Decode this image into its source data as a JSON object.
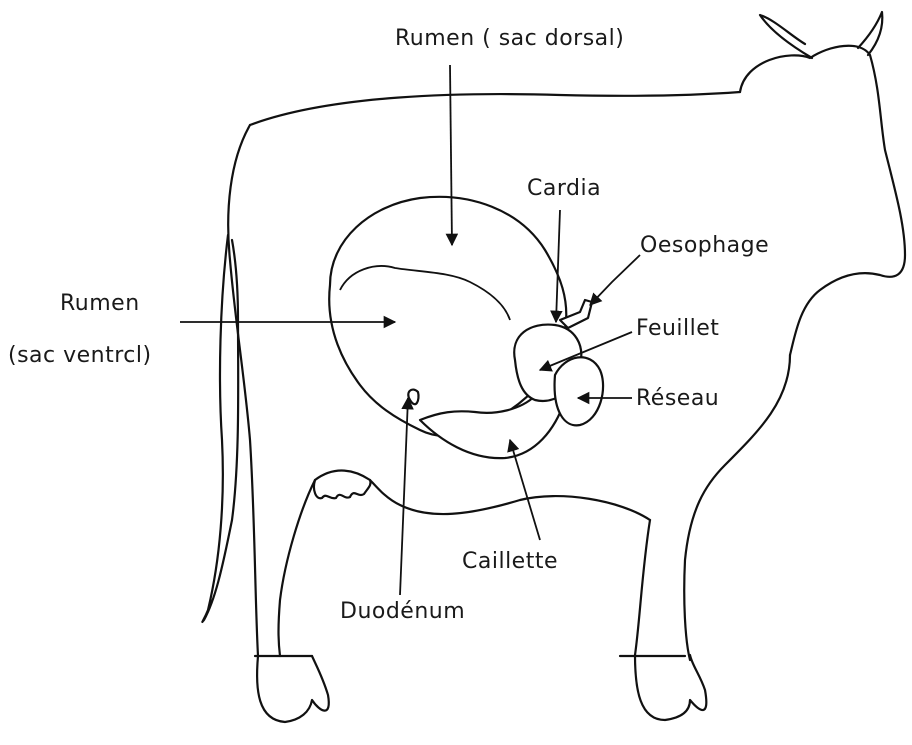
{
  "labels": {
    "rumen_dorsal": "Rumen ( sac dorsal)",
    "cardia": "Cardia",
    "oesophage": "Oesophage",
    "rumen_ventral_1": "Rumen",
    "rumen_ventral_2": "(sac ventrcl)",
    "feuillet": "Feuillet",
    "reseau": "Réseau",
    "caillette": "Caillette",
    "duodenum": "Duodénum"
  }
}
